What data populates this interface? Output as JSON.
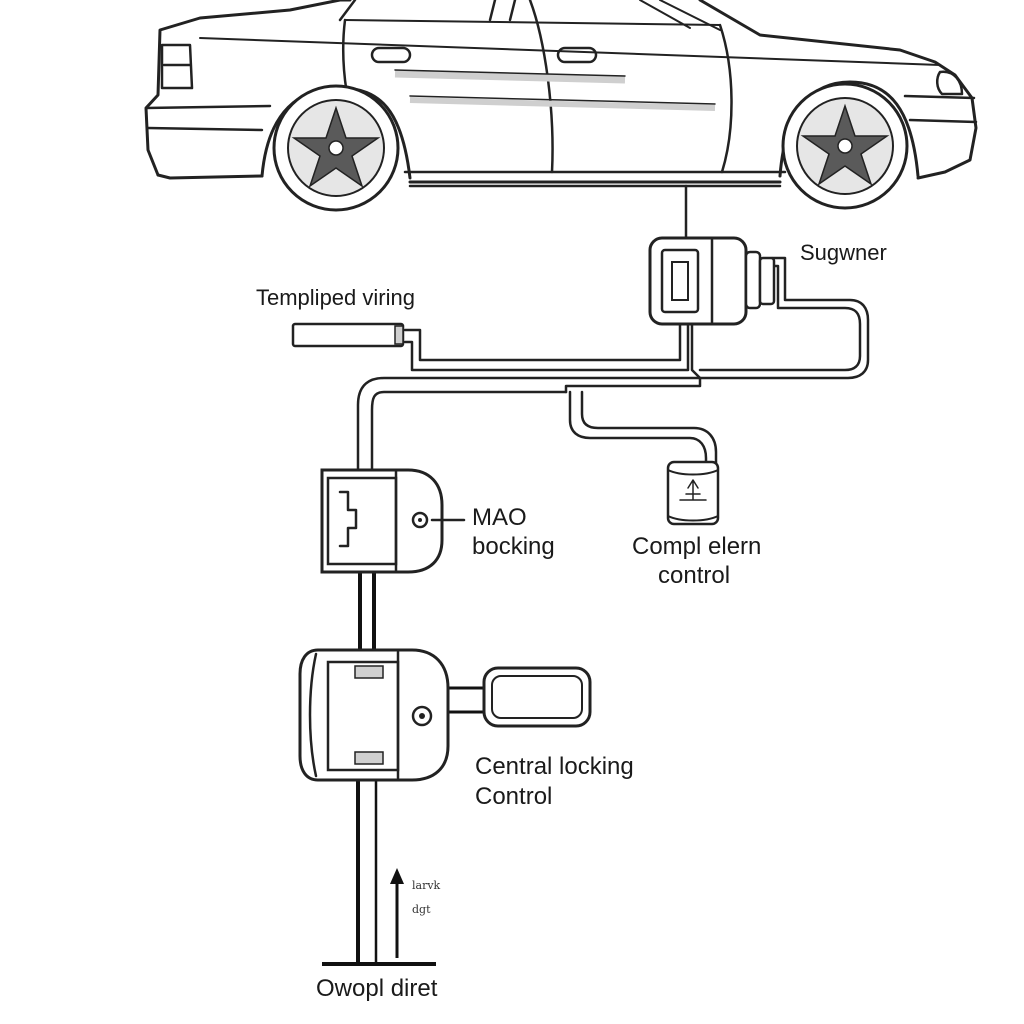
{
  "labels": {
    "sugwner": "Sugwner",
    "templiped_viring": "Templiped viring",
    "mao_line1": "MAO",
    "mao_line2": "bocking",
    "compl_line1": "Compl elern",
    "compl_line2": "control",
    "central_line1": "Central locking",
    "central_line2": "Control",
    "arrow_line1": "larvk",
    "arrow_line2": "dgt",
    "bottom": "Owopl diret"
  }
}
